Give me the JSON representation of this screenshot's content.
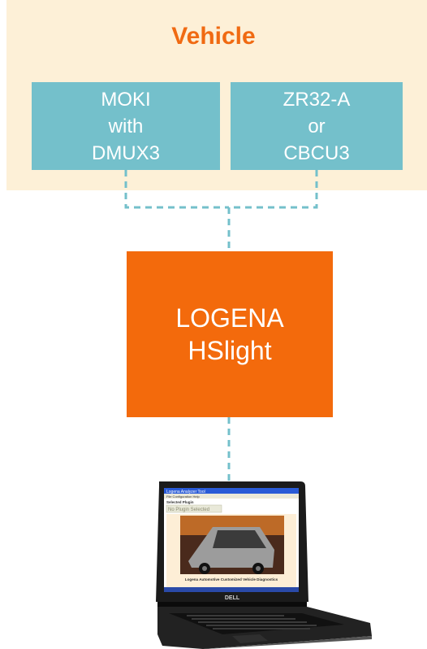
{
  "vehicle": {
    "title": "Vehicle",
    "units": [
      {
        "lines": [
          "MOKI",
          "with",
          "DMUX3"
        ]
      },
      {
        "lines": [
          "ZR32-A",
          "or",
          "CBCU3"
        ]
      }
    ]
  },
  "hslight": {
    "lines": [
      "LOGENA",
      "HSlight"
    ]
  },
  "laptop": {
    "brand": "DELL",
    "window_title": "Logena Analyzer Tool",
    "menu": "File  Configuration  Help",
    "selected_plugin_label": "Selected Plugin",
    "plugin_status": "No Plugin Selected",
    "banner": "Logena Automotive Customized Vehicle Diagnostics"
  },
  "colors": {
    "vehicle_panel": "#fdf0d7",
    "vehicle_title": "#f06a12",
    "unit_box": "#74c0cb",
    "hslight_box": "#f36a0c",
    "connector": "#74c0cb"
  }
}
